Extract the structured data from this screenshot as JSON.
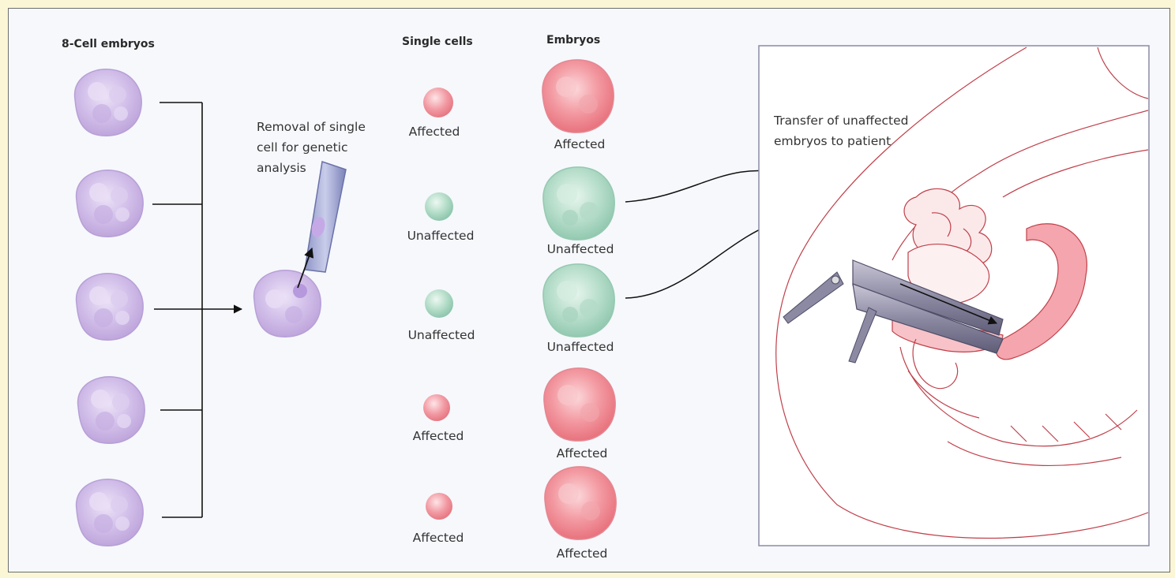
{
  "headers": {
    "eight_cell": "8-Cell embryos",
    "single_cells": "Single cells",
    "embryos": "Embryos"
  },
  "removal_label": [
    "Removal of single",
    "cell for genetic",
    "analysis"
  ],
  "transfer_label": [
    "Transfer of unaffected",
    "embryos to patient"
  ],
  "results": [
    {
      "status": "affected",
      "cell_label": "Affected",
      "embryo_label": "Affected"
    },
    {
      "status": "unaffected",
      "cell_label": "Unaffected",
      "embryo_label": "Unaffected"
    },
    {
      "status": "unaffected",
      "cell_label": "Unaffected",
      "embryo_label": "Unaffected"
    },
    {
      "status": "affected",
      "cell_label": "Affected",
      "embryo_label": "Affected"
    },
    {
      "status": "affected",
      "cell_label": "Affected",
      "embryo_label": "Affected"
    }
  ],
  "colors": {
    "affected": "#ef8a92",
    "unaffected": "#a9d7c2",
    "embryo_purple": "#cbb5e3",
    "anatomy_line": "#c0404a"
  }
}
